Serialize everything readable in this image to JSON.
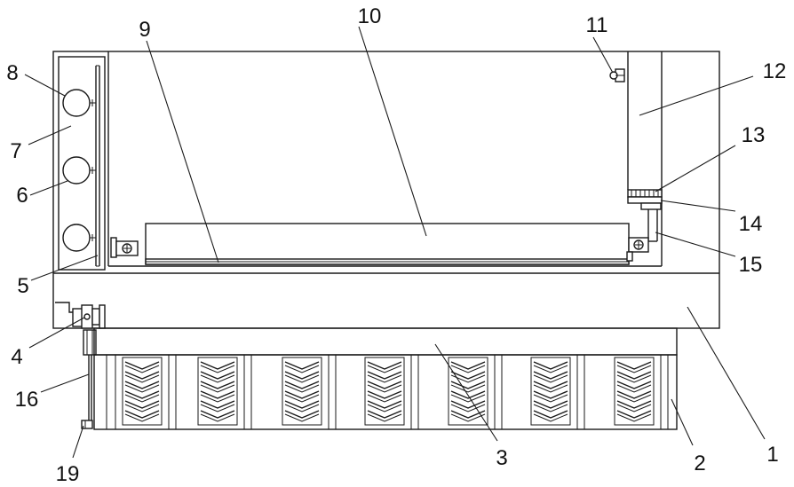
{
  "labels": {
    "n1": "1",
    "n2": "2",
    "n3": "3",
    "n4": "4",
    "n5": "5",
    "n6": "6",
    "n7": "7",
    "n8": "8",
    "n9": "9",
    "n10": "10",
    "n11": "11",
    "n12": "12",
    "n13": "13",
    "n14": "14",
    "n15": "15",
    "n16": "16",
    "n19": "19"
  }
}
